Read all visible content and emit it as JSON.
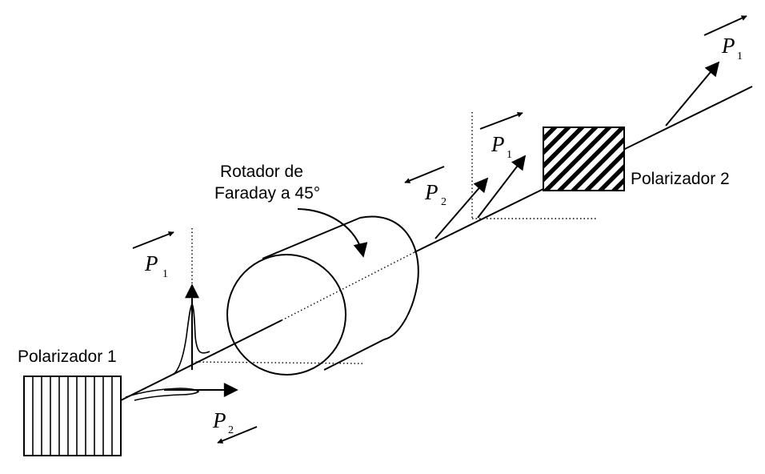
{
  "labels": {
    "polarizer1": "Polarizador 1",
    "polarizer2": "Polarizador 2",
    "rotator_line1": "Rotador de",
    "rotator_line2": "Faraday a 45°"
  },
  "symbols": {
    "p": "P",
    "sub1": "1",
    "sub2": "2"
  }
}
